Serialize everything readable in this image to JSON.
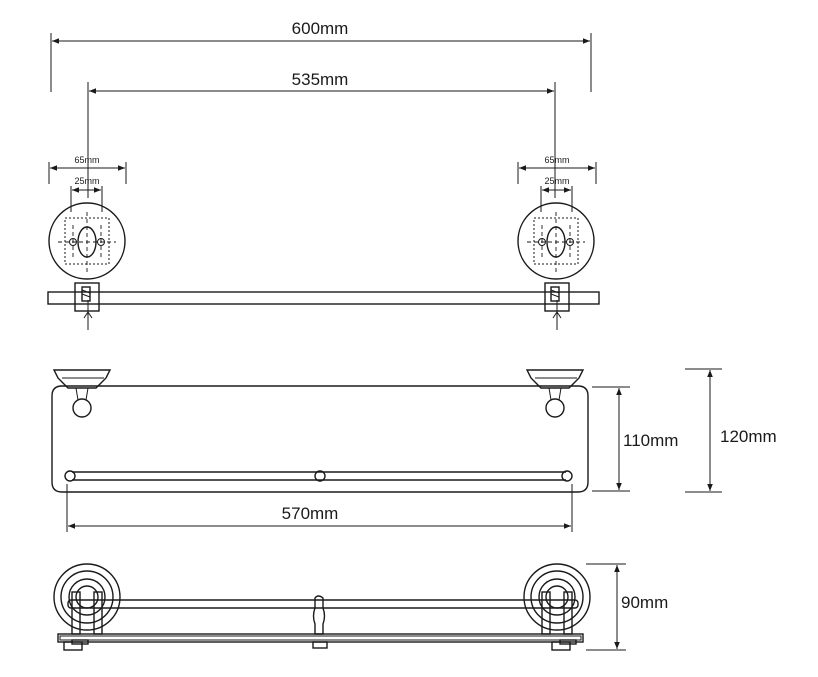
{
  "dimensions": {
    "overall_width": "600mm",
    "fixing_centres": "535mm",
    "bracket_diameter_left": "65mm",
    "bracket_fixing_left": "25mm",
    "bracket_diameter_right": "65mm",
    "bracket_fixing_right": "25mm",
    "glass_depth": "110mm",
    "total_depth": "120mm",
    "rail_length": "570mm",
    "height": "90mm"
  }
}
